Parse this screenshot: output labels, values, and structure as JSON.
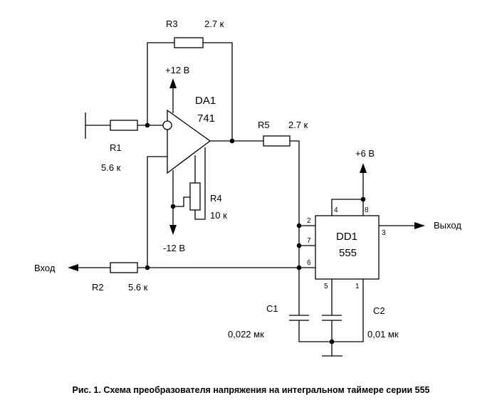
{
  "caption": "Рис. 1. Схема преобразователя напряжения на интегральном таймере серии 555",
  "components": {
    "R1": {
      "name": "R1",
      "value": "5.6 к"
    },
    "R2": {
      "name": "R2",
      "value": "5.6 к"
    },
    "R3": {
      "name": "R3",
      "value": "2.7 к"
    },
    "R4": {
      "name": "R4",
      "value": "10 к"
    },
    "R5": {
      "name": "R5",
      "value": "2.7 к"
    },
    "C1": {
      "name": "C1",
      "value": "0,022 мк"
    },
    "C2": {
      "name": "C2",
      "value": "0,01 мк"
    },
    "DA1": {
      "name": "DA1",
      "type": "741"
    },
    "DD1": {
      "name": "DD1",
      "type": "555",
      "pins": [
        "2",
        "7",
        "6",
        "4",
        "8",
        "3",
        "5",
        "1"
      ]
    }
  },
  "supplies": {
    "pos12": "+12 В",
    "neg12": "-12 В",
    "pos6": "+6 В"
  },
  "ports": {
    "input": "Вход",
    "output": "Выход"
  }
}
